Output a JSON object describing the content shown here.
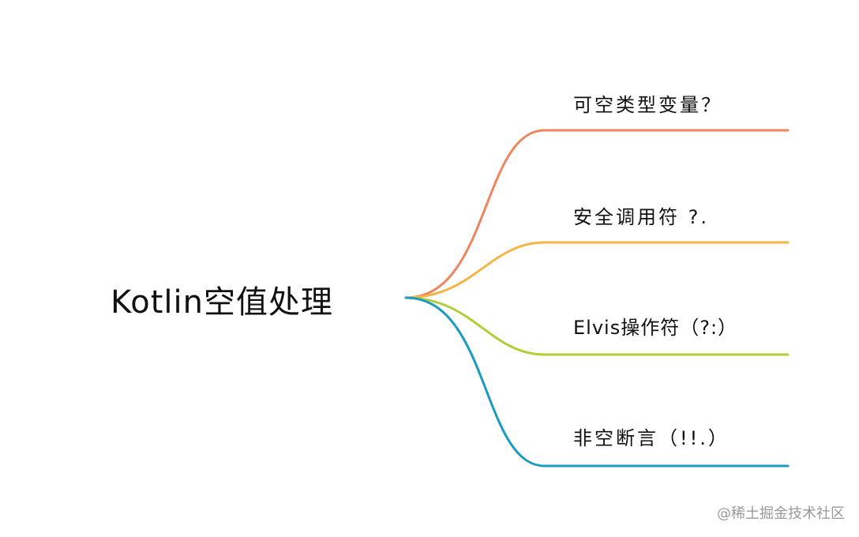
{
  "root": {
    "label": "Kotlin空值处理"
  },
  "branches": [
    {
      "label": "可空类型变量？",
      "color": "#f0855f"
    },
    {
      "label": "安全调用符 ?.",
      "color": "#f5b544"
    },
    {
      "label": "Elvis操作符（?:）",
      "color": "#b5cc3a"
    },
    {
      "label": "非空断言（!!.）",
      "color": "#1a9bbf"
    }
  ],
  "watermark": "@稀土掘金技术社区"
}
